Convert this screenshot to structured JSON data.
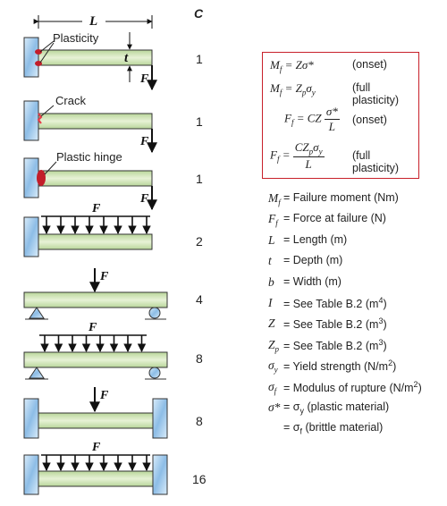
{
  "header": {
    "c_label": "C"
  },
  "dimensions": {
    "length_label": "L",
    "depth_label": "t",
    "force_label": "F"
  },
  "annotations": {
    "plasticity": "Plasticity",
    "crack": "Crack",
    "plastic_hinge": "Plastic hinge"
  },
  "cases": [
    {
      "c": "1"
    },
    {
      "c": "1"
    },
    {
      "c": "1"
    },
    {
      "c": "2"
    },
    {
      "c": "4"
    },
    {
      "c": "8"
    },
    {
      "c": "8"
    },
    {
      "c": "16"
    }
  ],
  "formulas": {
    "f1_note": "(onset)",
    "f2_note": "(full plasticity)",
    "f3_note": "(onset)",
    "f4_note": "(full plasticity)"
  },
  "legend": [
    {
      "sym": "M",
      "sub": "f",
      "desc": "= Failure moment (Nm)"
    },
    {
      "sym": "F",
      "sub": "f",
      "desc": "= Force at failure (N)"
    },
    {
      "sym": "L",
      "sub": "",
      "desc": "= Length (m)"
    },
    {
      "sym": "t",
      "sub": "",
      "desc": "= Depth (m)"
    },
    {
      "sym": "b",
      "sub": "",
      "desc": "= Width (m)"
    },
    {
      "sym": "I",
      "sub": "",
      "desc": "= See Table B.2 (m",
      "sup": "4",
      "tail": ")"
    },
    {
      "sym": "Z",
      "sub": "",
      "desc": "= See Table B.2 (m",
      "sup": "3",
      "tail": ")"
    },
    {
      "sym": "Z",
      "sub": "p",
      "desc": "= See Table B.2 (m",
      "sup": "3",
      "tail": ")"
    },
    {
      "sym": "σ",
      "sub": "y",
      "desc": "= Yield strength (N/m",
      "sup": "2",
      "tail": ")"
    },
    {
      "sym": "σ",
      "sub": "f",
      "desc": "= Modulus of rupture (N/m",
      "sup": "2",
      "tail": ")"
    },
    {
      "sym": "σ*",
      "sub": "",
      "desc": "= σ",
      "desc_sub": "y",
      "tail": " (plastic material)"
    },
    {
      "sym": "",
      "sub": "",
      "desc": "= σ",
      "desc_sub": "f",
      "tail": " (brittle material)"
    }
  ],
  "colors": {
    "beam": "#cfe3b4",
    "wall": "#9fc7ea",
    "box_border": "#c8202a",
    "crack": "#e63a46"
  }
}
